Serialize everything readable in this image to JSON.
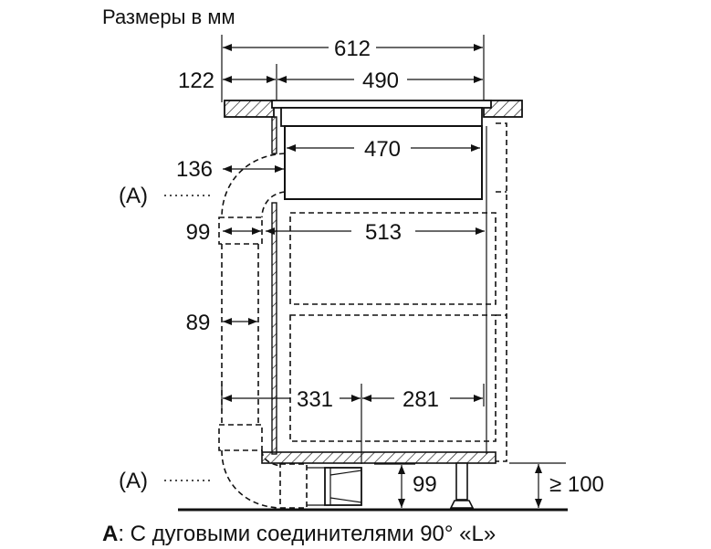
{
  "title": "Размеры в мм",
  "dimensions": {
    "total_width": "612",
    "offset_left": "122",
    "cutout_width": "490",
    "body_width": "470",
    "duct_offset": "136",
    "duct_depth": "99",
    "inner_width": "513",
    "duct_gap": "89",
    "rear_depth": "331",
    "front_depth": "281",
    "plinth_height": "99",
    "min_plinth": "≥ 100"
  },
  "callouts": {
    "upper_a": "(A)",
    "lower_a": "(A)",
    "letter": "A"
  },
  "caption": {
    "key": "A",
    "text": ": С дуговыми соединителями 90° «L»"
  }
}
